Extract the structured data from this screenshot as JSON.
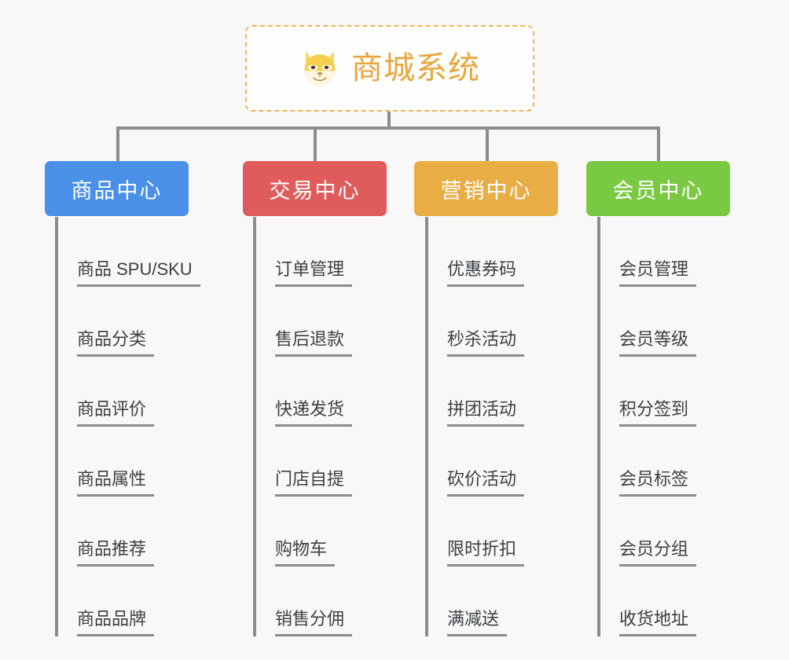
{
  "background_color": "#f8f8f8",
  "root": {
    "title": "商城系统",
    "icon": "shiba-inu-dog-face-emoji",
    "border_color": "#f2b452",
    "text_color": "#e8a63c"
  },
  "branches": [
    {
      "title": "商品中心",
      "color": "#4a90e8",
      "items": [
        "商品 SPU/SKU",
        "商品分类",
        "商品评价",
        "商品属性",
        "商品推荐",
        "商品品牌"
      ]
    },
    {
      "title": "交易中心",
      "color": "#e05c5c",
      "items": [
        "订单管理",
        "售后退款",
        "快递发货",
        "门店自提",
        "购物车",
        "销售分佣"
      ]
    },
    {
      "title": "营销中心",
      "color": "#e8ad44",
      "items": [
        "优惠券码",
        "秒杀活动",
        "拼团活动",
        "砍价活动",
        "限时折扣",
        "满减送"
      ]
    },
    {
      "title": "会员中心",
      "color": "#7ac943",
      "items": [
        "会员管理",
        "会员等级",
        "积分签到",
        "会员标签",
        "会员分组",
        "收货地址"
      ]
    }
  ]
}
